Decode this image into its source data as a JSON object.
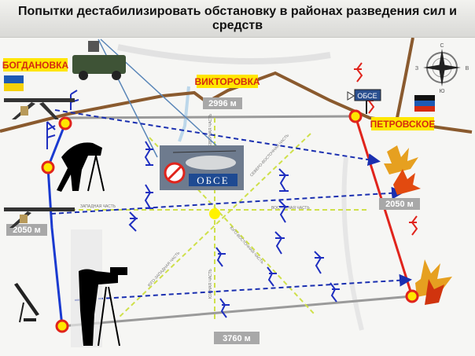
{
  "title": "Попытки дестабилизировать обстановку в районах разведения сил и средств",
  "towns": {
    "bogdanovka": "БОГДАНОВКА",
    "viktorovka": "ВИКТОРОВКА",
    "petrovskoe": "ПЕТРОВСКОЕ"
  },
  "distances": {
    "top": "2996 м",
    "left": "2050 м",
    "right": "2050 м",
    "bottom": "3760 м"
  },
  "sectors": {
    "north_east": "СЕВЕРО-ВОСТОЧНАЯ ЧАСТЬ",
    "east": "ВОСТОЧНАЯ ЧАСТЬ",
    "south_east": "ЮГО-ВОСТОЧНАЯ ЧАСТЬ",
    "south": "ЮЖНАЯ ЧАСТЬ",
    "south_west": "ЮГО-ЗАПАДНАЯ ЧАСТЬ",
    "west": "ЗАПАДНАЯ ЧАСТЬ",
    "north": "СЕВЕРНАЯ ЧАСТЬ"
  },
  "osce": {
    "label": "ОБСЕ"
  },
  "compass": {
    "n": "С",
    "s": "Ю",
    "w": "З",
    "e": "В"
  },
  "colors": {
    "town_label_bg": "#ffe600",
    "town_text": "#d42a10",
    "ukraine_blue": "#1d5ab4",
    "ukraine_yellow": "#f5d10a",
    "trench_blue": "#1f2fc0",
    "trench_red": "#e0241c"
  }
}
